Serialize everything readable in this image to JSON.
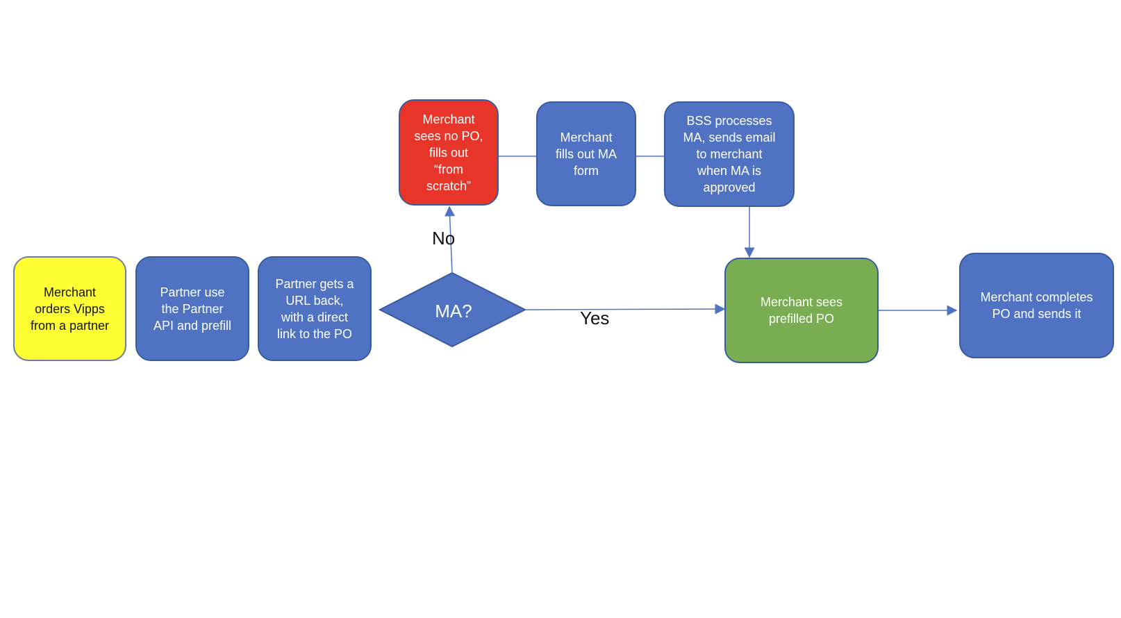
{
  "nodes": {
    "merchant_orders": "Merchant\norders Vipps\nfrom a partner",
    "partner_api": "Partner use\nthe Partner\nAPI and prefill",
    "partner_url": "Partner gets a\nURL back,\nwith a direct\nlink to the PO",
    "decision": "MA?",
    "no_po": "Merchant\nsees no PO,\nfills out\n“from\nscratch”",
    "ma_form": "Merchant\nfills out MA\nform",
    "bss": "BSS processes\nMA, sends email\nto merchant\nwhen MA is\napproved",
    "prefilled": "Merchant sees\nprefilled PO",
    "complete": "Merchant completes\nPO and sends it"
  },
  "edge_labels": {
    "no": "No",
    "yes": "Yes"
  },
  "colors": {
    "blue": "#4f72c3",
    "red": "#e8352a",
    "green": "#79ad52",
    "yellow": "#ffff33",
    "line": "#4f72c3"
  }
}
